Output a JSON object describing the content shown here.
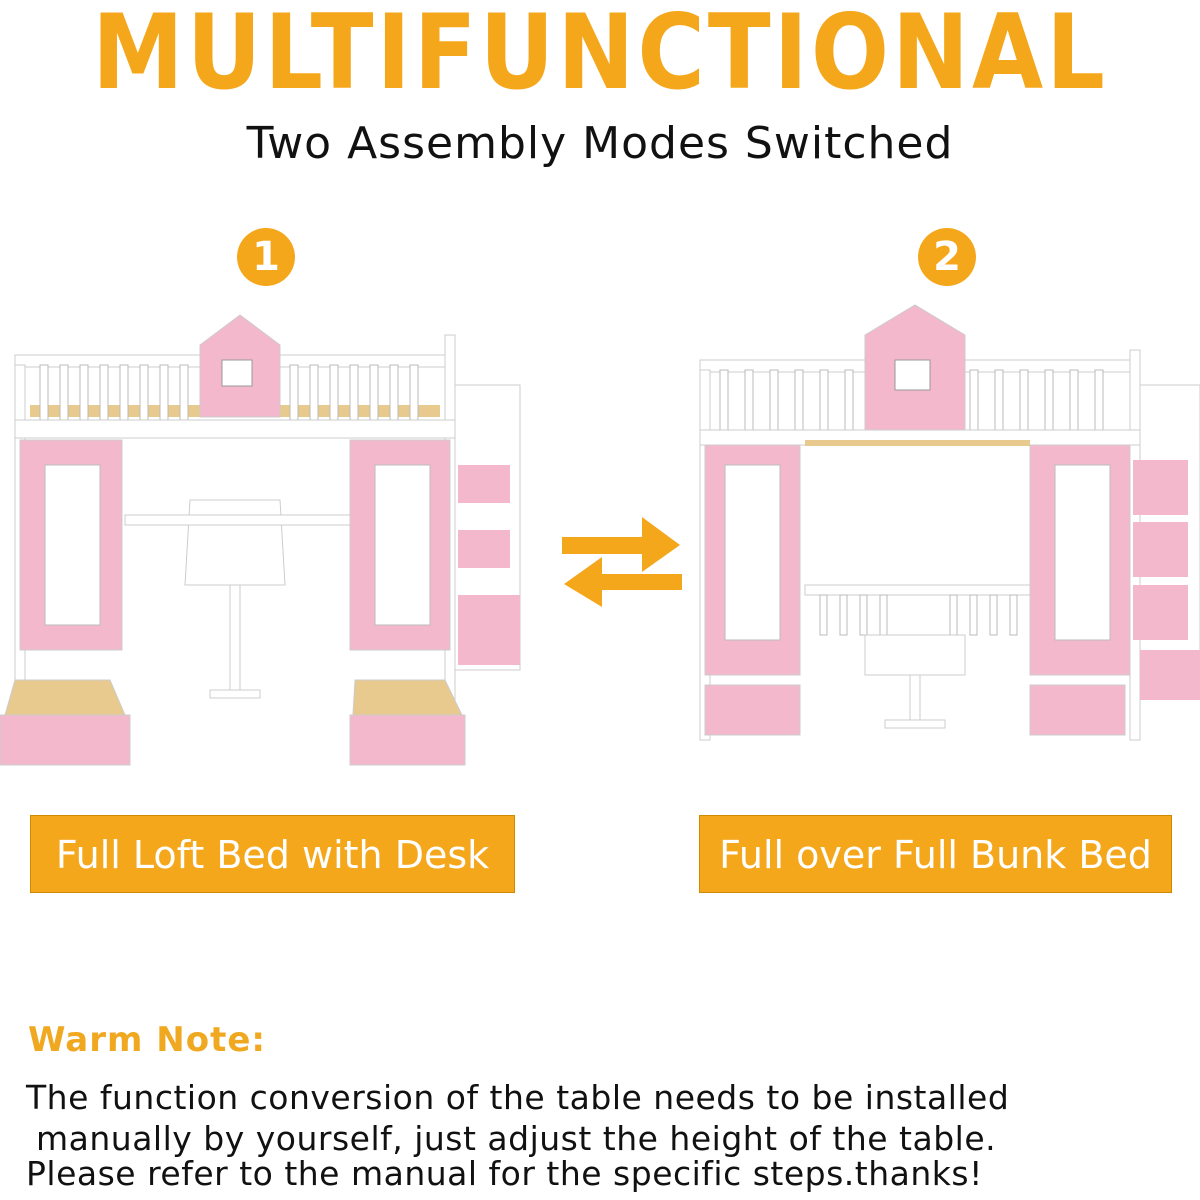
{
  "header": {
    "title": "MULTIFUNCTIONAL",
    "subtitle": "Two Assembly Modes Switched"
  },
  "modes": [
    {
      "number": "1",
      "label": "Full Loft Bed with Desk"
    },
    {
      "number": "2",
      "label": "Full over Full Bunk Bed"
    }
  ],
  "note": {
    "title": "Warm Note:",
    "lines": [
      "The function conversion of the table needs to be installed",
      "manually by yourself, just adjust the height of the table.",
      "Please refer to the manual for the specific steps.thanks!"
    ]
  },
  "colors": {
    "accent": "#F5A71C",
    "note_title": "#F0A820",
    "pink": "#F4B8CC",
    "white_frame": "#FFFFFF",
    "wood": "#E8C98E"
  },
  "icons": [
    "swap-arrows-icon"
  ]
}
